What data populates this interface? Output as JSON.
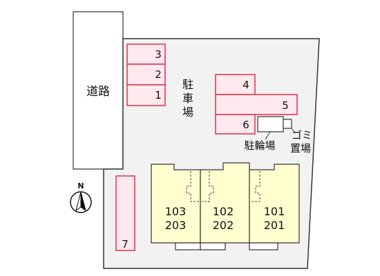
{
  "road_label": "道路",
  "parking_label": "駐車場",
  "bicycle_label": "駐輪場",
  "garbage_label": "ゴミ置場",
  "north_label": "N",
  "parking_spaces": [
    "1",
    "2",
    "3",
    "4",
    "5",
    "6",
    "7"
  ],
  "units": [
    {
      "lower": "103",
      "upper": "203"
    },
    {
      "lower": "102",
      "upper": "202"
    },
    {
      "lower": "101",
      "upper": "201"
    }
  ],
  "colors": {
    "site": "#f2f2f2",
    "outline": "#333333",
    "parking_fill": "#ffe8ee",
    "parking_border": "#e0304a",
    "building_fill": "#ffffd0"
  }
}
